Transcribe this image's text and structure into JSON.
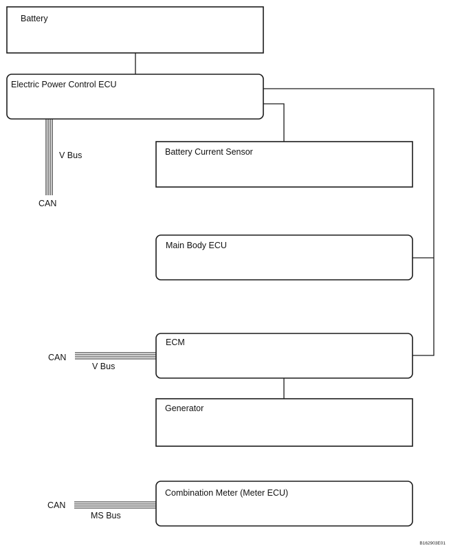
{
  "boxes": {
    "battery": "Battery",
    "epc_ecu": "Electric Power Control ECU",
    "battery_current_sensor": "Battery Current Sensor",
    "main_body_ecu": "Main Body ECU",
    "ecm": "ECM",
    "generator": "Generator",
    "combination_meter": "Combination Meter (Meter ECU)"
  },
  "bus_labels": {
    "epc_vbus": "V Bus",
    "epc_can": "CAN",
    "ecm_can": "CAN",
    "ecm_vbus": "V Bus",
    "meter_can": "CAN",
    "meter_msbus": "MS Bus"
  },
  "figure_code": "B162903E01"
}
